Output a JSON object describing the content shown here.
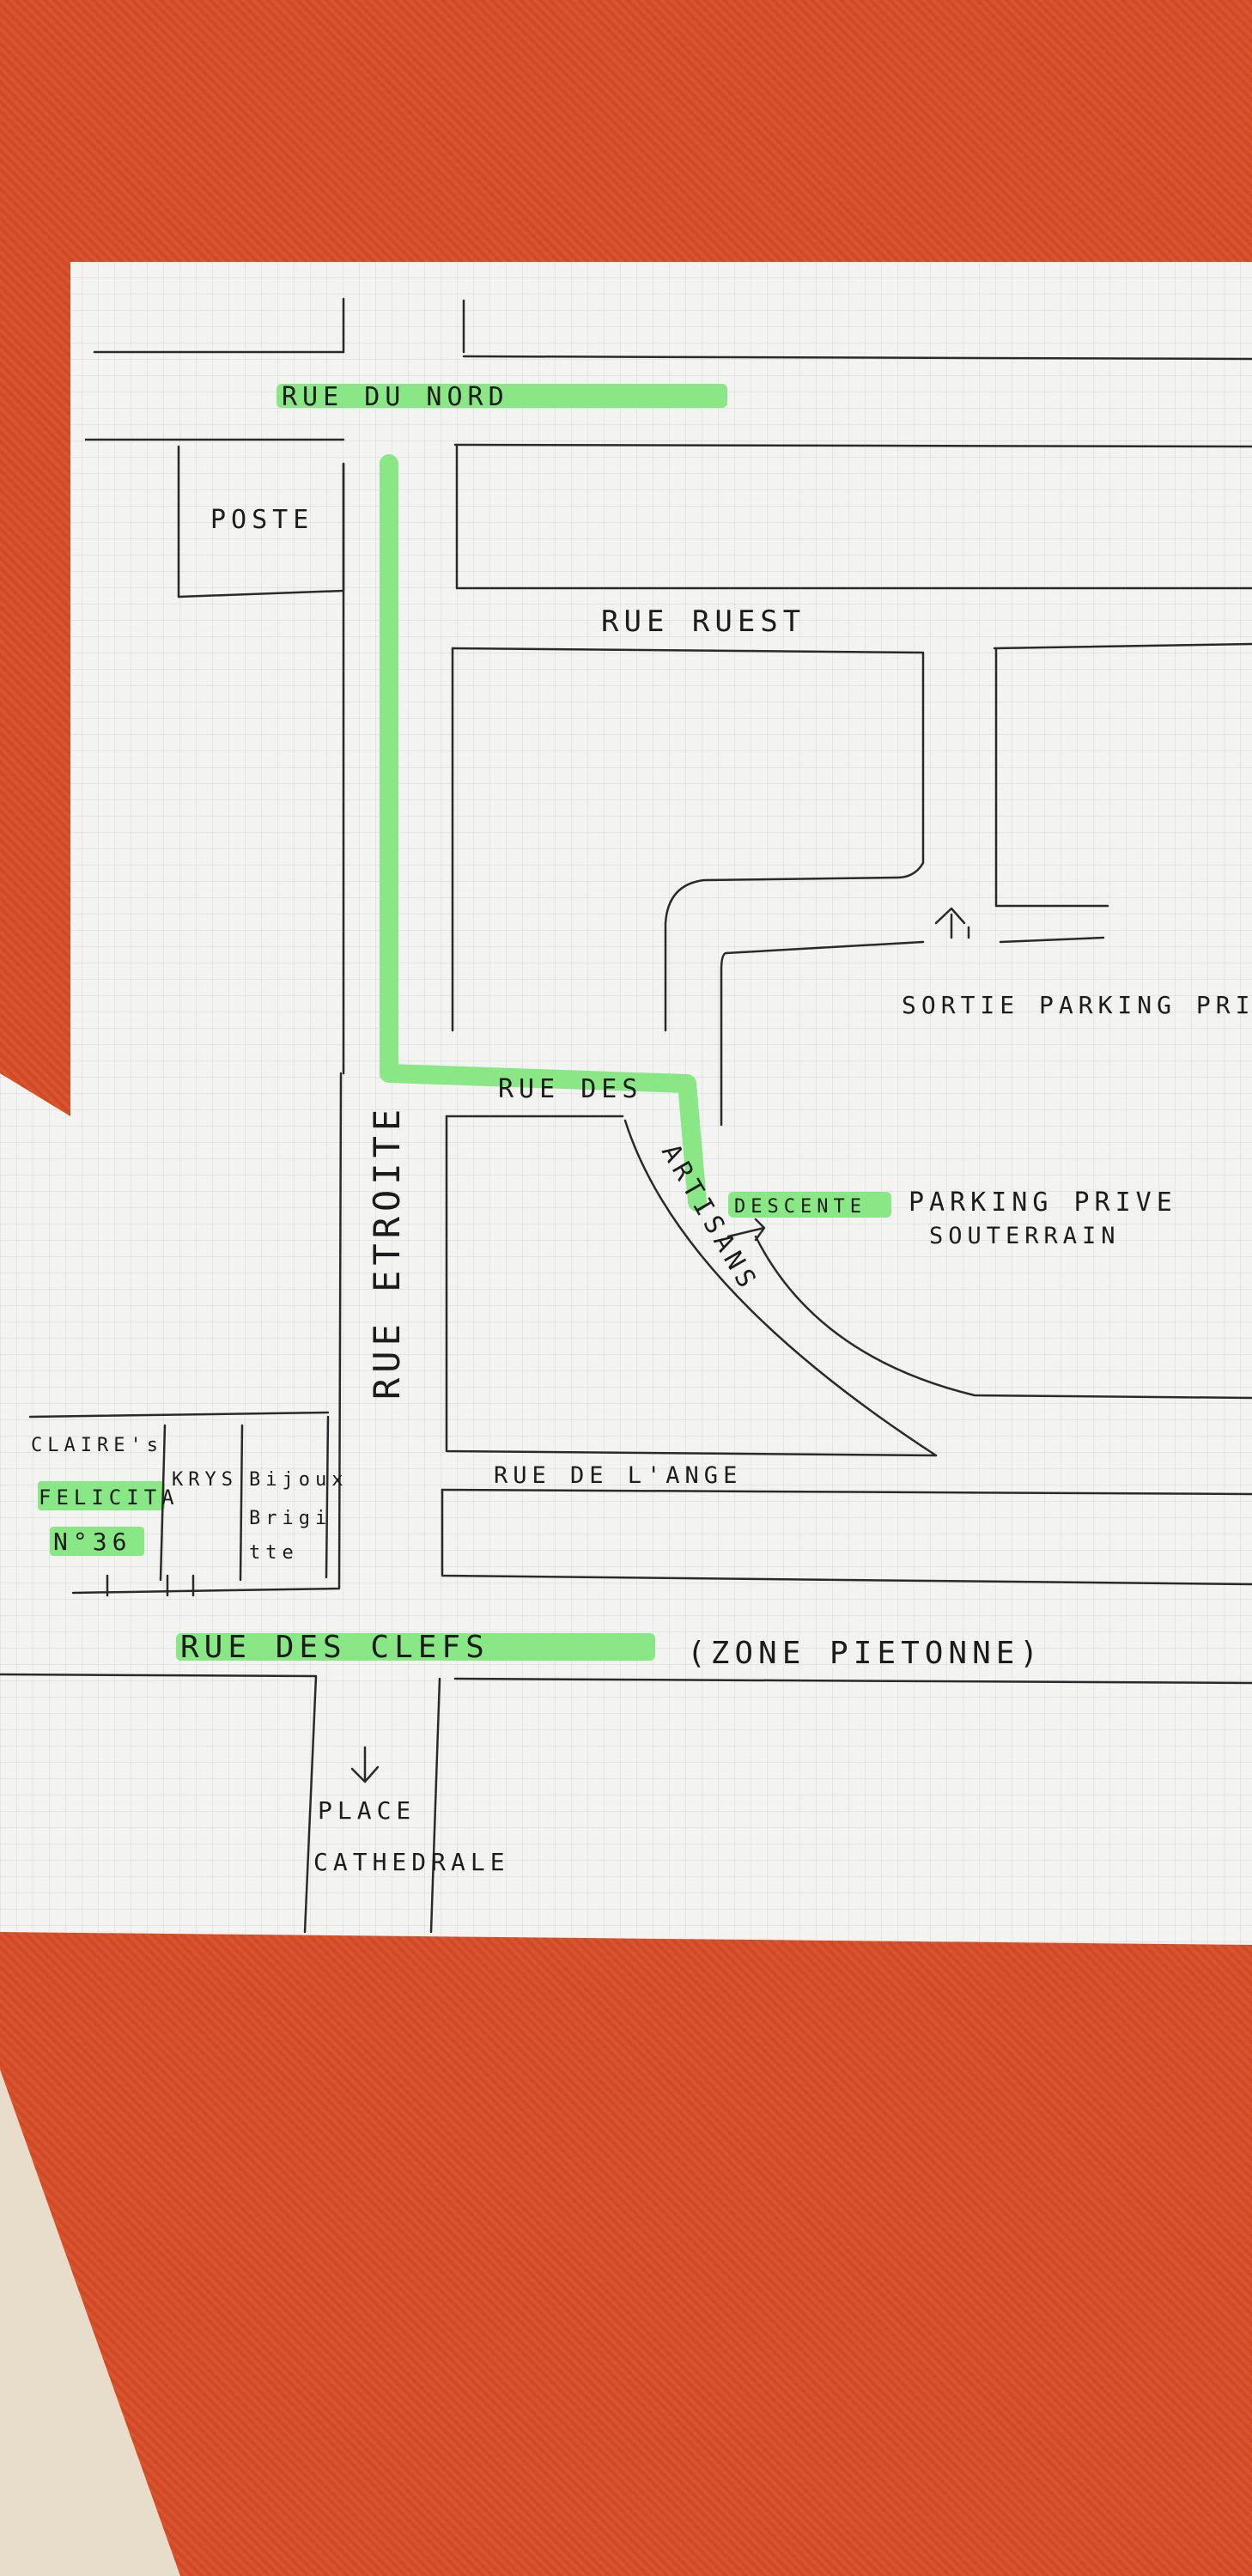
{
  "map": {
    "labels": {
      "rue_du_nord": "RUE  DU  NORD",
      "poste": "POSTE",
      "rue_ruest": "RUE   RUEST",
      "rue_etroite": "RUE ETROITE",
      "rue_des_artisans_a": "RUE DES",
      "rue_des_artisans_b": "ARTISANS",
      "sortie_parking": "SORTIE PARKING PRI",
      "descente": "DESCENTE",
      "parking_prive": "PARKING PRIVE",
      "souterrain": "SOUTERRAIN",
      "rue_de_lange": "RUE  DE  L'ANGE",
      "claires": "CLAIRE's",
      "felicita": "FELICITA",
      "numero": "N°36",
      "krys": "KRYS",
      "bijoux_1": "Bijoux",
      "bijoux_2": "Brigi",
      "bijoux_3": "tte",
      "rue_des_clefs": "RUE   DES  CLEFS",
      "zone_pietonne": "(ZONE PIETONNE)",
      "place_1": "PLACE",
      "place_2": "CATHEDRALE"
    },
    "colors": {
      "highlight": "#7ee57a",
      "paper": "#f3f3f1",
      "background": "#d9542e"
    }
  }
}
